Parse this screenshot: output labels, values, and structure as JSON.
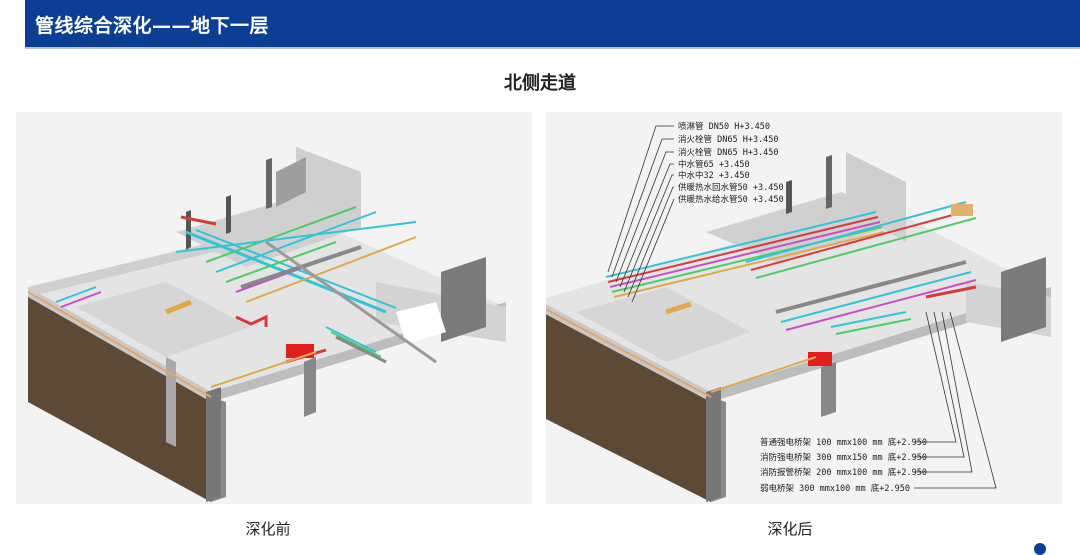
{
  "header": {
    "title": "管线综合深化——地下一层"
  },
  "subtitle": "北侧走道",
  "captions": {
    "before": "深化前",
    "after": "深化后"
  },
  "annotations_top": [
    "喷淋管 DN50  H+3.450",
    "消火栓管 DN65  H+3.450",
    "消火栓管 DN65  H+3.450",
    "中水管65 +3.450",
    "中水中32 +3.450",
    "供暖热水回水管50 +3.450",
    "供暖热水给水管50 +3.450"
  ],
  "annotations_bottom": [
    "普通强电桥架 100 mmx100 mm 底+2.950",
    "消防强电桥架 300 mmx150 mm 底+2.950",
    "消防报警桥架 200 mmx100 mm 底+2.950",
    "弱电桥架 300 mmx100 mm 底+2.950"
  ],
  "colors": {
    "header_bg": "#0c3f93",
    "wall": "#d9d9d9",
    "wall_dark": "#5a4632",
    "pipe_cyan": "#33c4d8",
    "pipe_red": "#d83a3a",
    "pipe_green": "#4ecb6b",
    "pipe_magenta": "#c94fc9",
    "pipe_orange": "#e0a94c"
  }
}
